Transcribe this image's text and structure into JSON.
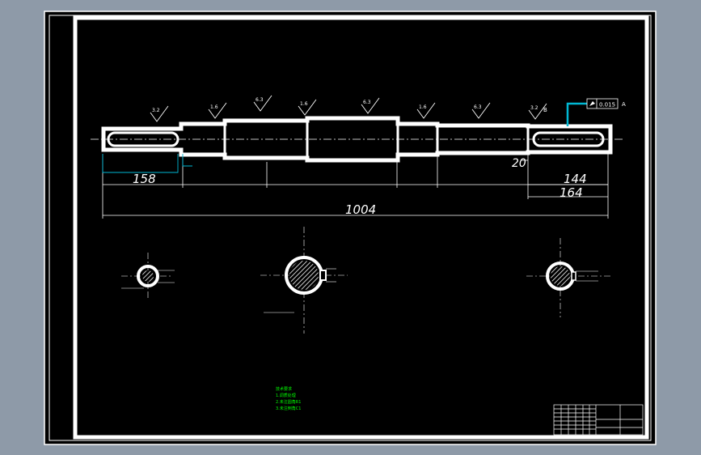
{
  "colors": {
    "viewport_bg": "#8e9aa8",
    "sheet": "#000000",
    "outline": "#ffffff",
    "leader": "#00b8d4",
    "notes": "#00ff00"
  },
  "drawing": {
    "overall_length": "1004",
    "left_keyway_length": "158",
    "right_keyway_length": "144",
    "right_end_length": "164",
    "key_offset": "20",
    "roughness": [
      "3.2",
      "1.6",
      "6.3",
      "1.6",
      "6.3",
      "1.6",
      "6.3",
      "3.2"
    ],
    "tolerance_value": "0.015",
    "datum": "A",
    "datum_left": "B",
    "notes_lines": [
      "技术要求",
      "1.调质处理",
      "2.未注圆角R1",
      "3.未注倒角C1"
    ]
  }
}
